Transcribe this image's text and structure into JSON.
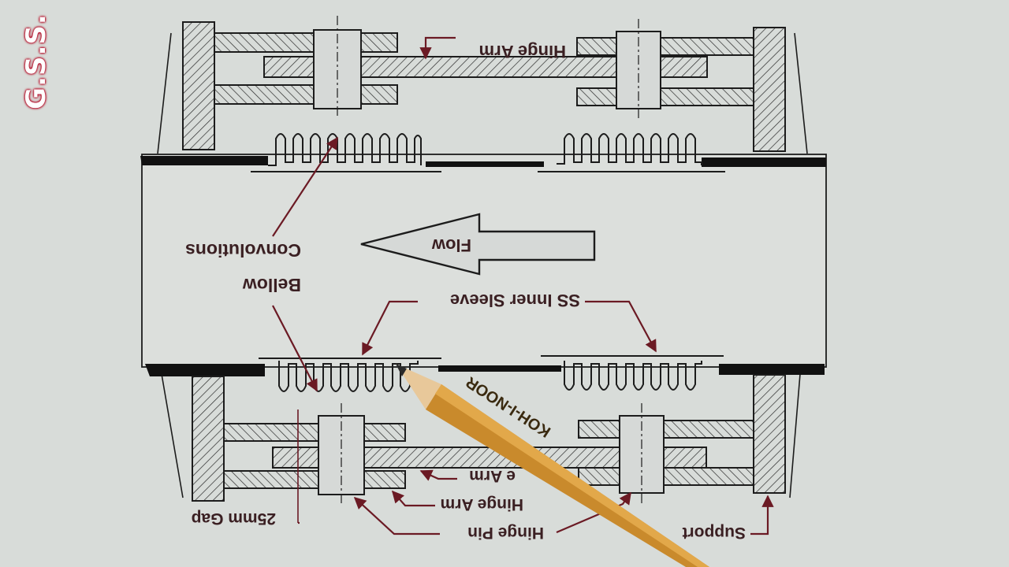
{
  "watermark": "G.S.S.",
  "labels": {
    "hinge_arm_top": "Hinge Arm",
    "flow": "Flow",
    "bellow": "Bellow",
    "convolutions": "Convolutions",
    "inner_sleeve": "SS Inner Sleeve",
    "hinge_arm_bottom_a": "e Arm",
    "hinge_arm_bottom_b": "Hinge Arm",
    "hinge_pin": "Hinge Pin",
    "gap": "25mm Gap",
    "support": "Support"
  },
  "pencil_text": "KOH-I-NOOR",
  "colors": {
    "screen": "#d6d9d7",
    "ink": "#1c1c1c",
    "label": "#3a1f22",
    "leader": "#6b1a24",
    "pencil": "#c98a2c",
    "watermark_outline": "#b3001e"
  }
}
